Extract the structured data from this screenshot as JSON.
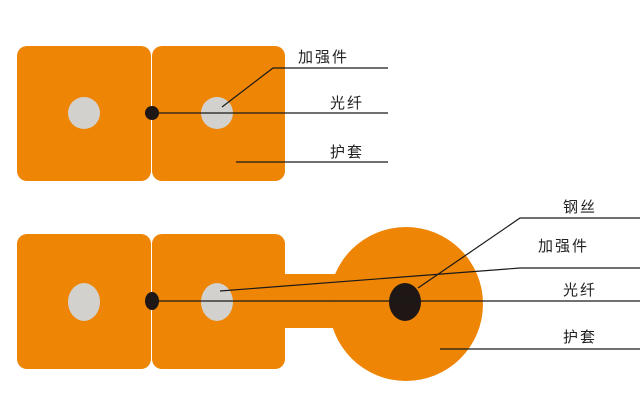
{
  "colors": {
    "sheath": "#EE8505",
    "fiber": "#D3D1CE",
    "steel": "#1E1715",
    "line": "#1a1a1a"
  },
  "top_diagram": {
    "labels": {
      "strength_member": "加强件",
      "fiber": "光纤",
      "sheath": "护套"
    }
  },
  "bottom_diagram": {
    "labels": {
      "steel_wire": "钢丝",
      "strength_member": "加强件",
      "fiber": "光纤",
      "sheath": "护套"
    }
  }
}
